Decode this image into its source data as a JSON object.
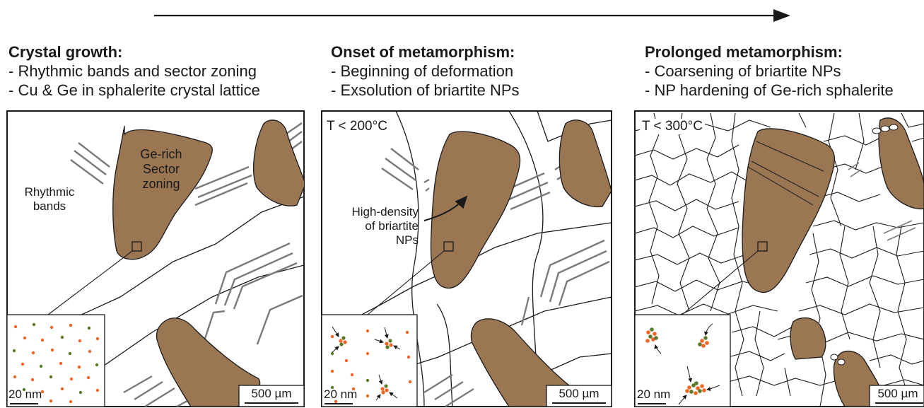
{
  "panels": [
    {
      "heading": "Crystal growth:",
      "bullets": [
        "- Rhythmic bands and sector zoning",
        "- Cu & Ge in sphalerite crystal lattice"
      ],
      "temperature": "",
      "annotation_bands": "Rhythmic bands",
      "annotation_sector": "Ge-rich Sector zoning",
      "inset_scale": "20 nm",
      "scale_bar": "500 µm"
    },
    {
      "heading": "Onset of metamorphism:",
      "bullets": [
        "- Beginning of deformation",
        "- Exsolution of briartite NPs"
      ],
      "temperature": "T < 200°C",
      "annotation_density": "High-density of briartite NPs",
      "inset_scale": "20 nm",
      "scale_bar": "500 µm"
    },
    {
      "heading": "Prolonged metamorphism:",
      "bullets": [
        "- Coarsening of briartite NPs",
        "- NP hardening of Ge-rich sphalerite"
      ],
      "temperature": "T < 300°C",
      "inset_scale": "20 nm",
      "scale_bar": "500 µm"
    }
  ],
  "colors": {
    "sector": "#9b7653",
    "band": "#7a7a7a",
    "dot_orange": "#f26522",
    "dot_green": "#5a7a2a",
    "outline": "#1a1a1a"
  }
}
